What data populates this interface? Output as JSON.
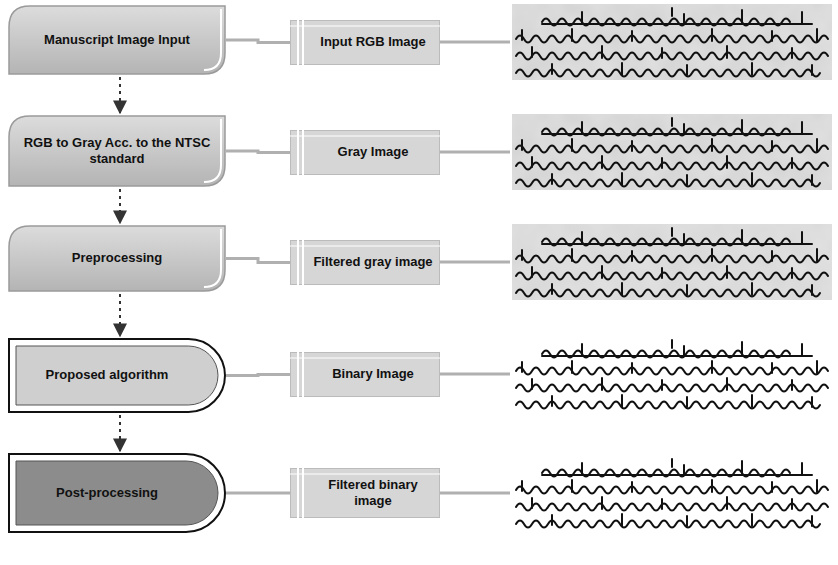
{
  "diagram": {
    "nodes": [
      {
        "text": [
          "Manuscript Image Input"
        ]
      },
      {
        "text": [
          "Input RGB Image"
        ]
      },
      {
        "text": [
          "RGB to Gray Acc. to the NTSC standard"
        ]
      },
      {
        "text": [
          "Gray Image"
        ]
      },
      {
        "text": [
          "Preprocessing"
        ]
      },
      {
        "text": [
          "Filtered gray image"
        ]
      },
      {
        "text": [
          "Proposed algorithm"
        ]
      },
      {
        "text": [
          "Binary Image"
        ]
      },
      {
        "text": [
          "Post-processing"
        ]
      },
      {
        "text": [
          "Filtered binary image"
        ]
      }
    ],
    "edges": [
      {
        "from": 0,
        "to": 2,
        "arrow": "to"
      },
      {
        "from": 2,
        "to": 4,
        "arrow": "to"
      },
      {
        "from": 4,
        "to": 6,
        "arrow": "to"
      },
      {
        "from": 6,
        "to": 8,
        "arrow": "to"
      },
      {
        "from": 0,
        "to": 1,
        "arrow": "none"
      },
      {
        "from": 2,
        "to": 3,
        "arrow": "none"
      },
      {
        "from": 4,
        "to": 5,
        "arrow": "none"
      },
      {
        "from": 6,
        "to": 7,
        "arrow": "none"
      },
      {
        "from": 8,
        "to": 9,
        "arrow": "none"
      }
    ]
  }
}
